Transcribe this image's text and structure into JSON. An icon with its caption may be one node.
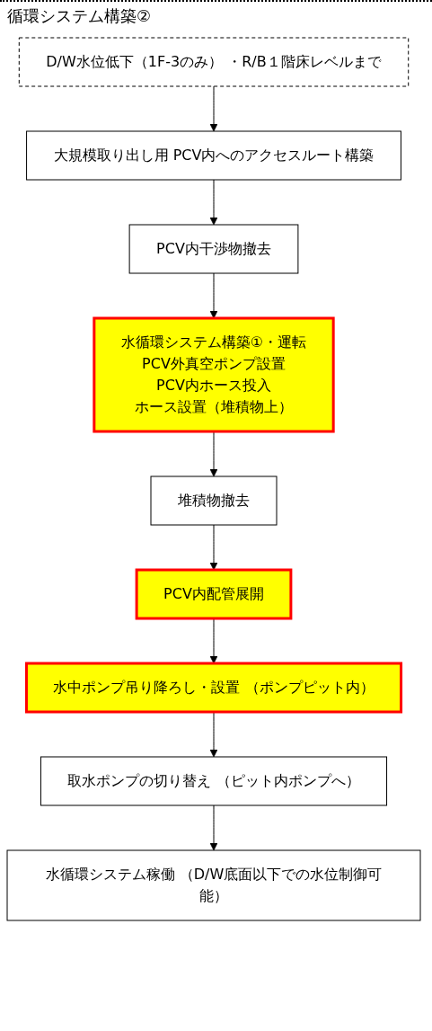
{
  "diagram": {
    "nodes": [
      {
        "text": [
          "D/W水位低下（1F-3のみ） ・R/B１階床レベルまで"
        ]
      },
      {
        "text": [
          "大規模取り出し用 PCV内へのアクセスルート構築"
        ]
      },
      {
        "text": [
          "PCV内干渉物撤去"
        ]
      },
      {
        "text": [
          "水循環システム構築①・運転",
          "PCV外真空ポンプ設置",
          "PCV内ホース投入",
          "ホース設置（堆積物上）"
        ]
      },
      {
        "text": [
          "堆積物撤去"
        ]
      },
      {
        "text": [
          "PCV内配管展開"
        ]
      },
      {
        "text": [
          "水中ポンプ吊り降ろし・設置 （ポンプピット内）"
        ]
      },
      {
        "text": [
          "取水ポンプの切り替え （ピット内ポンプへ）"
        ]
      },
      {
        "text": [
          "水循環システム稼働 （D/W底面以下での水位制御可能）"
        ]
      }
    ],
    "edges": [
      {
        "from": 0,
        "to": 1,
        "arrow": "to"
      },
      {
        "from": 1,
        "to": 2,
        "arrow": "to"
      },
      {
        "from": 2,
        "to": 3,
        "arrow": "to"
      },
      {
        "from": 3,
        "to": 4,
        "arrow": "to"
      },
      {
        "from": 4,
        "to": 5,
        "arrow": "to"
      },
      {
        "from": 5,
        "to": 6,
        "arrow": "to"
      },
      {
        "from": 6,
        "to": 7,
        "arrow": "to"
      },
      {
        "from": 7,
        "to": 8,
        "arrow": "to"
      }
    ],
    "labels": [
      "循環システム構築②"
    ]
  }
}
